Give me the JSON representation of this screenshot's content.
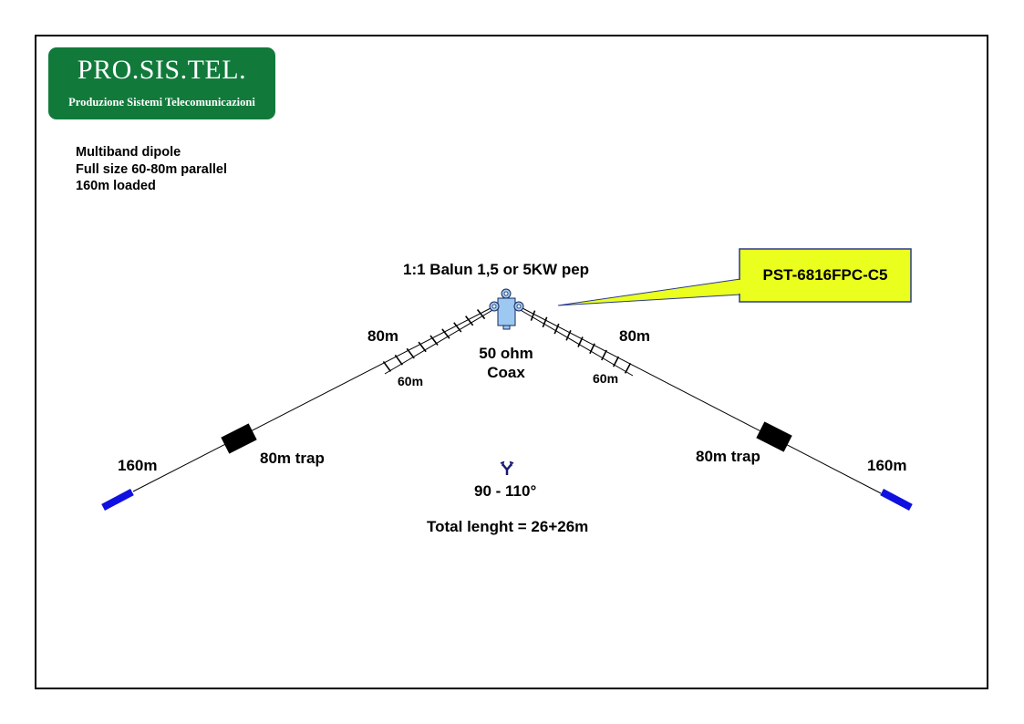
{
  "logo": {
    "title": "PRO.SIS.TEL.",
    "subtitle": "Produzione Sistemi Telecomunicazioni",
    "color": "#117a3b"
  },
  "description": [
    "Multiband dipole",
    "Full size 60-80m parallel",
    "160m loaded"
  ],
  "balun_label": "1:1  Balun 1,5 or 5KW pep",
  "feedline_label": [
    "50 ohm",
    "Coax"
  ],
  "callout": {
    "text": "PST-6816FPC-C5",
    "fill": "#eaff1e",
    "border": "#2b3a8c"
  },
  "left_arm": {
    "label_80m": "80m",
    "label_60m": "60m",
    "trap_label": "80m trap",
    "end_label": "160m"
  },
  "right_arm": {
    "label_80m": "80m",
    "label_60m": "60m",
    "trap_label": "80m trap",
    "end_label": "160m"
  },
  "angle": {
    "icon": "angle-icon",
    "label": "90 - 110°"
  },
  "total_length": "Total lenght = 26+26m",
  "colors": {
    "loading_coil": "#1010e0",
    "trap": "#000000",
    "balun_body": "#9cc8f2"
  }
}
